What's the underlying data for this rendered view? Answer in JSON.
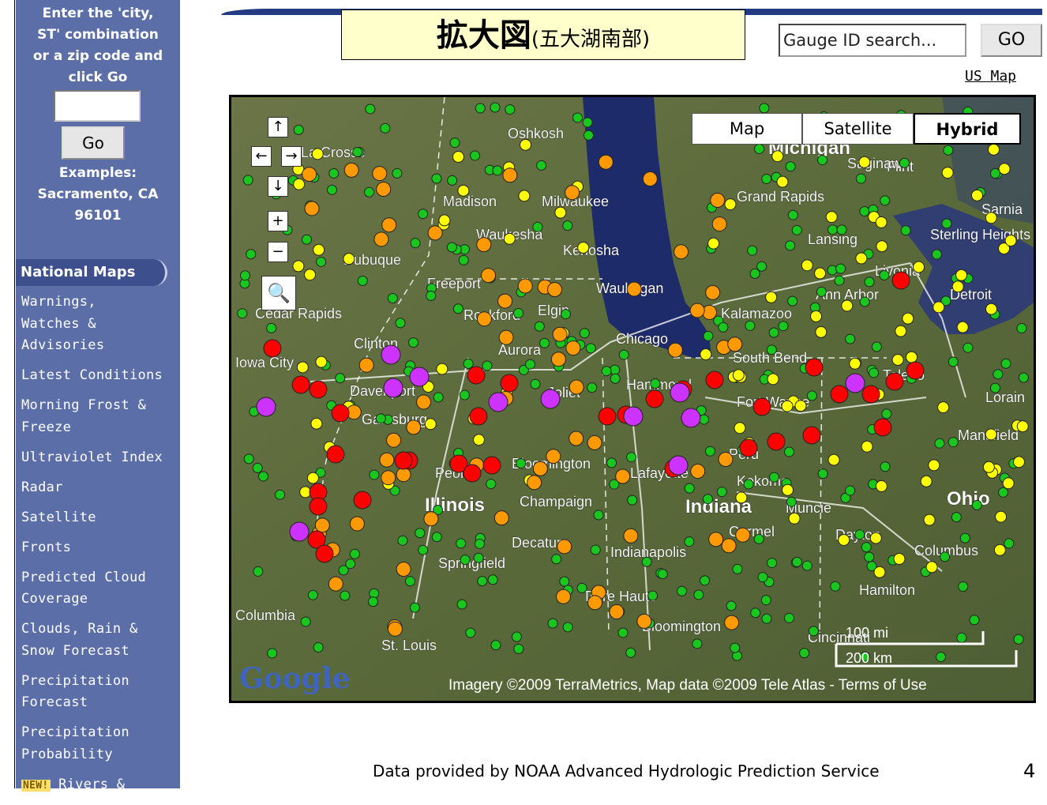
{
  "sidebar": {
    "search_text": "Enter the 'city, ST' combination or a zip code and click Go",
    "go_label": "Go",
    "examples_title": "Examples:",
    "example_city": "Sacramento, CA",
    "example_zip": "96101",
    "national_maps_header": "National Maps",
    "nav_items": [
      "Warnings, Watches & Advisories",
      "Latest Conditions",
      "Morning Frost & Freeze",
      "Ultraviolet Index",
      "Radar",
      "Satellite",
      "Fronts",
      "Predicted Cloud Coverage",
      "Clouds, Rain & Snow Forecast",
      "Precipitation Forecast",
      "Precipitation Probability"
    ],
    "new_badge": "NEW!",
    "last_item": "Rivers &"
  },
  "header": {
    "title_main": "拡大図",
    "title_sub": "(五大湖南部)",
    "gauge_placeholder": "Gauge ID search...",
    "gauge_go": "GO",
    "us_map_link": "US Map"
  },
  "map": {
    "map_types": [
      "Map",
      "Satellite",
      "Hybrid"
    ],
    "active_type": "Hybrid",
    "cities": [
      "Oshkosh",
      "Madison",
      "Milwaukee",
      "Waukesha",
      "Kenosha",
      "Waukegan",
      "Chicago",
      "Aurora",
      "Elgin",
      "Rockford",
      "Freeport",
      "Dubuque",
      "La Crosse",
      "Cedar Rapids",
      "Iowa City",
      "Davenport",
      "Clinton",
      "Galesburg",
      "Peoria",
      "Bloomington",
      "Champaign",
      "Decatur",
      "Springfield",
      "Illinois",
      "Joliet",
      "Hammond",
      "Lafayette",
      "Kokomo",
      "Muncie",
      "Indiana",
      "Indianapolis",
      "Carmel",
      "Terre Haute",
      "Bloomington",
      "St. Louis",
      "Columbia",
      "Dayton",
      "Columbus",
      "Ohio",
      "Mansfield",
      "Lorain",
      "Toledo",
      "Fort Wayne",
      "South Bend",
      "Kalamazoo",
      "Ann Arbor",
      "Detroit",
      "Livonia",
      "Lansing",
      "Grand Rapids",
      "Flint",
      "Saginaw",
      "Sarnia",
      "Sterling Heights",
      "Michigan",
      "Hamilton",
      "Cincinnati",
      "Peru"
    ],
    "scale_mi": "100 mi",
    "scale_km": "200 km",
    "attribution": "Imagery ©2009 TerraMetrics, Map data ©2009 Tele Atlas - Terms of Use",
    "logo_text": "Google",
    "colors": {
      "green": "#19c61e",
      "yellow": "#ffff00",
      "orange": "#ff9900",
      "red": "#ff0000",
      "purple": "#cc33ff",
      "lake": "#1e2b6b",
      "land": "#5c6b3a"
    }
  },
  "footer": {
    "source": "Data provided by NOAA Advanced Hydrologic Prediction Service",
    "page_number": "4"
  }
}
